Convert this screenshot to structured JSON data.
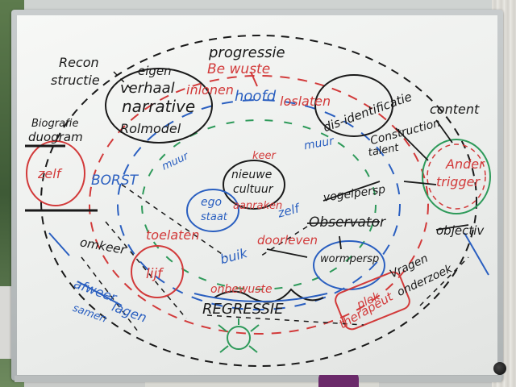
{
  "board": {
    "colors": {
      "black": "#1a1a1a",
      "red": "#d23a3a",
      "blue": "#2a5fc0",
      "green": "#2e9a5a"
    },
    "words": [
      {
        "id": "w-progressie",
        "text": "progressie",
        "color": "black"
      },
      {
        "id": "w-bewuste",
        "text": "Be wuste",
        "color": "red"
      },
      {
        "id": "w-hoofd",
        "text": "hoofd",
        "color": "blue"
      },
      {
        "id": "w-loslaten",
        "text": "loslaten",
        "color": "red"
      },
      {
        "id": "w-dis-identificatie",
        "text": "dis-identificatie",
        "color": "black"
      },
      {
        "id": "w-construction",
        "text": "Construction",
        "color": "black"
      },
      {
        "id": "w-content",
        "text": "content",
        "color": "black"
      },
      {
        "id": "w-talent",
        "text": "talent",
        "color": "black"
      },
      {
        "id": "w-reconstructie-1",
        "text": "Recon",
        "color": "black"
      },
      {
        "id": "w-reconstructie-2",
        "text": "structie",
        "color": "black"
      },
      {
        "id": "w-eigen",
        "text": "eigen",
        "color": "black"
      },
      {
        "id": "w-verhaal",
        "text": "verhaal",
        "color": "black"
      },
      {
        "id": "w-narrative",
        "text": "narrative",
        "color": "black"
      },
      {
        "id": "w-inlonen",
        "text": "inlonen",
        "color": "red"
      },
      {
        "id": "w-rolmodel",
        "text": "Rolmodel",
        "color": "black"
      },
      {
        "id": "w-biografie",
        "text": "Biografie",
        "color": "black"
      },
      {
        "id": "w-duogram",
        "text": "duogram",
        "color": "black"
      },
      {
        "id": "w-zelf",
        "text": "zelf",
        "color": "red"
      },
      {
        "id": "w-borst",
        "text": "BORST",
        "color": "blue"
      },
      {
        "id": "w-muur-1",
        "text": "muur",
        "color": "blue"
      },
      {
        "id": "w-muur-2",
        "text": "muur",
        "color": "blue"
      },
      {
        "id": "w-keer",
        "text": "keer",
        "color": "red"
      },
      {
        "id": "w-nieuwe",
        "text": "nieuwe",
        "color": "black"
      },
      {
        "id": "w-cultuur",
        "text": "cultuur",
        "color": "black"
      },
      {
        "id": "w-aanraken",
        "text": "aanraken",
        "color": "red"
      },
      {
        "id": "w-ander",
        "text": "Ander",
        "color": "red"
      },
      {
        "id": "w-trigger",
        "text": "trigger",
        "color": "red"
      },
      {
        "id": "w-vogelperspectief",
        "text": "vogelpersp",
        "color": "black"
      },
      {
        "id": "w-ego",
        "text": "ego",
        "color": "blue"
      },
      {
        "id": "w-staat",
        "text": "staat",
        "color": "blue"
      },
      {
        "id": "w-zelf-2",
        "text": "zelf",
        "color": "blue"
      },
      {
        "id": "w-observator",
        "text": "Observator",
        "color": "black"
      },
      {
        "id": "w-objectiv",
        "text": "objectiv",
        "color": "black"
      },
      {
        "id": "w-toelaten",
        "text": "toelaten",
        "color": "red"
      },
      {
        "id": "w-doorleven",
        "text": "doorleven",
        "color": "red"
      },
      {
        "id": "w-wormperspectief",
        "text": "wormpersp",
        "color": "black"
      },
      {
        "id": "w-vragen",
        "text": "Vragen",
        "color": "black"
      },
      {
        "id": "w-onderzoek",
        "text": "onderzoek",
        "color": "black"
      },
      {
        "id": "w-omkeer",
        "text": "omkeer",
        "color": "black"
      },
      {
        "id": "w-lijf",
        "text": "lijf",
        "color": "red"
      },
      {
        "id": "w-buik",
        "text": "buik",
        "color": "blue"
      },
      {
        "id": "w-onbewuste",
        "text": "onbewuste",
        "color": "red"
      },
      {
        "id": "w-regressie",
        "text": "REGRESSIE",
        "color": "black"
      },
      {
        "id": "w-afweer",
        "text": "afweer",
        "color": "blue"
      },
      {
        "id": "w-lagen",
        "text": "lagen",
        "color": "blue"
      },
      {
        "id": "w-samen",
        "text": "samen",
        "color": "blue"
      },
      {
        "id": "w-plek",
        "text": "plek",
        "color": "red"
      },
      {
        "id": "w-therapeut",
        "text": "therapeut",
        "color": "red"
      }
    ]
  }
}
